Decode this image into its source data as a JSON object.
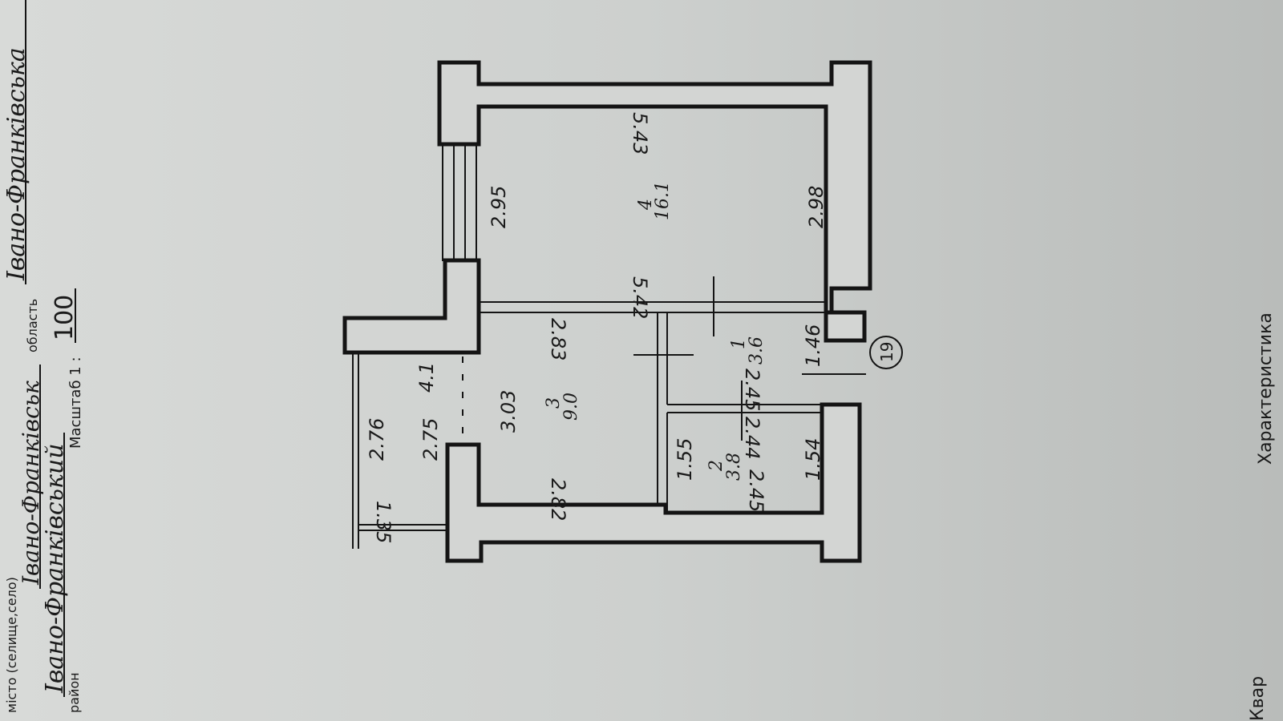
{
  "header": {
    "city_label": "місто (селище,село)",
    "city_value": "Івано-Франківськ",
    "district_label": "район",
    "district_value": "Івано-Франківський",
    "region_label": "область",
    "region_value": "Івано-Франківська",
    "scale_label": "Масштаб 1 :",
    "scale_value": "100"
  },
  "plan": {
    "rooms": [
      {
        "number": "1",
        "area": "3.6"
      },
      {
        "number": "2",
        "area": "3.8"
      },
      {
        "number": "3",
        "area": "9.0"
      },
      {
        "number": "4",
        "area": "16.1"
      }
    ],
    "balcony_area": "4.1",
    "apartment_number": "19",
    "dimensions": {
      "room4_top": "5.43",
      "room4_bottom": "5.42",
      "room4_left": "2.95",
      "room4_right": "2.98",
      "room3_top": "2.83",
      "room3_bottom": "2.82",
      "room3_side": "3.03",
      "room1_side": "2.45",
      "room1_width": "1.46",
      "room2_top": "2.44",
      "room2_bottom": "2.45",
      "room2_left": "1.55",
      "room2_right": "1.54",
      "balcony_outer": "2.76",
      "balcony_inner": "2.75",
      "balcony_depth": "1.35"
    }
  },
  "footer": {
    "characteristic_label": "Характеристика",
    "cut_label": "Квар"
  }
}
